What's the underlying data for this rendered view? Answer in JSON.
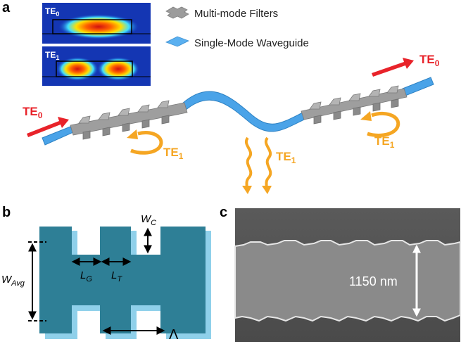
{
  "panel_a": {
    "label": "a",
    "inset_modes": [
      {
        "mode": "TE",
        "sub": "0"
      },
      {
        "mode": "TE",
        "sub": "1"
      }
    ],
    "legend": {
      "filter": "Multi-mode Filters",
      "waveguide": "Single-Mode Waveguide"
    },
    "annotations": {
      "input": {
        "mode": "TE",
        "sub": "0"
      },
      "output": {
        "mode": "TE",
        "sub": "0"
      },
      "left_reflect": {
        "mode": "TE",
        "sub": "1"
      },
      "radiate": {
        "mode": "TE",
        "sub": "1"
      },
      "right_reflect": {
        "mode": "TE",
        "sub": "1"
      }
    },
    "colors": {
      "waveguide": "#4aa3e8",
      "filter": "#a0a0a0",
      "te0_arrow": "#e8232a",
      "te1_arrow": "#f5a623"
    }
  },
  "panel_b": {
    "label": "b",
    "labels": {
      "wc": {
        "main": "W",
        "sub": "C"
      },
      "wavg": {
        "main": "W",
        "sub": "Avg"
      },
      "lg": {
        "main": "L",
        "sub": "G"
      },
      "lt": {
        "main": "L",
        "sub": "T"
      },
      "period": "Λ"
    },
    "colors": {
      "top": "#2e7f96",
      "side": "#8fd0ea"
    }
  },
  "panel_c": {
    "label": "c",
    "width_label": "1150 nm"
  }
}
